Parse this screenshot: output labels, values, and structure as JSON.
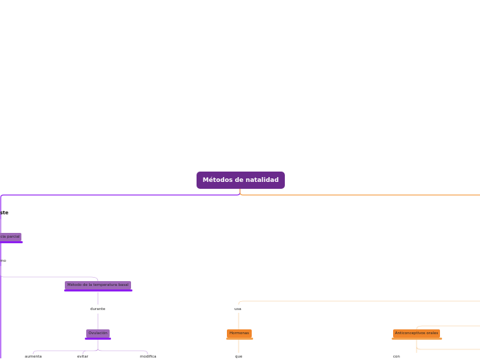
{
  "diagram": {
    "root": "Métodos de natalidad",
    "left_branch": {
      "label": "ste",
      "child_1": "cia parcial",
      "child_1_link": "mo",
      "child_2": "Método de la temperatura basal",
      "child_2_link": "durante",
      "child_3": "Ovulación",
      "leaves": [
        "aumenta",
        "evitar",
        "modifica"
      ]
    },
    "right_branch": {
      "link_1": "usa",
      "node_1": "Hormonas",
      "node_1_link": "que",
      "node_2": "Anticonceptivos orales",
      "node_2_link": "con"
    },
    "colors": {
      "purple": "#8e1ef0",
      "orange": "#f3a04b",
      "root": "#6a2a8c"
    }
  }
}
